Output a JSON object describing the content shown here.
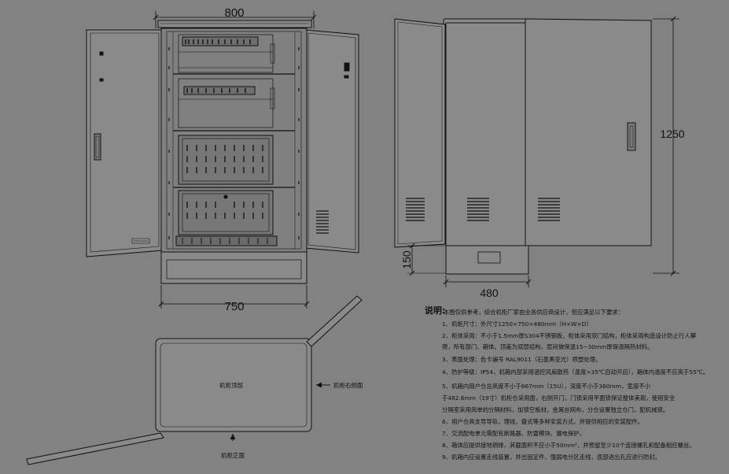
{
  "dimensions": {
    "front_width": "800",
    "base_width": "750",
    "side_height": "1250",
    "side_depth": "480",
    "plinth_height": "150"
  },
  "plan_labels": {
    "inside": "机柜顶部",
    "right_side": "机柜右侧面",
    "front": "机柜正面"
  },
  "notes": {
    "heading": "说明:",
    "intro": "本图仅供参考，综合机柜厂家由业务供应商设计，但应满足以下要求：",
    "items": [
      "1、机柜尺寸：外尺寸1250×750×480mm（H×W×D）",
      "2、柜体采用：不小于1.5mm厚S304不锈钢板，柜体采用双门结构，柜体采用构造设计防止行人攀",
      "    爬，所有部门、箱体。顶盖为双层结构，层间做保温15~30mm厚保温隔热材料。",
      "3、表面处理：色卡编号 RAL9011（石墨黑亚光）喷塑处理。",
      "4、防护等级：IP54，机箱内部采用温控风扇散热（温度>35℃自动开启），箱体内温度不应高于55℃。",
      "5、机箱内用户仓总高度不小于667mm（15U），深度不小于360mm，宽度不小",
      "    于482.6mm（19寸）机柜仓采用面，右侧开门，门锁采用平面锁保证整体美观，使用安全",
      "    分隔室采用简单的分隔材料，加锁空板材，金属丝网布，分仓设置独立仓门，配机械锁。",
      "6、用户仓具支导导轨，理线，盘式等多种安装方式，并提供相应的安装配件。",
      "7、交流配电单元需配有断路器、防雷模块、漏电保护。",
      "8、箱体应提供接地铜排，其截面积不应小于50mm²，并预留至少10个连接螺孔和配备相应螺丝。",
      "9、机箱内应设置走线装置，并出固定件，强弱电分区走线，底部进出孔应进行防封。"
    ]
  }
}
